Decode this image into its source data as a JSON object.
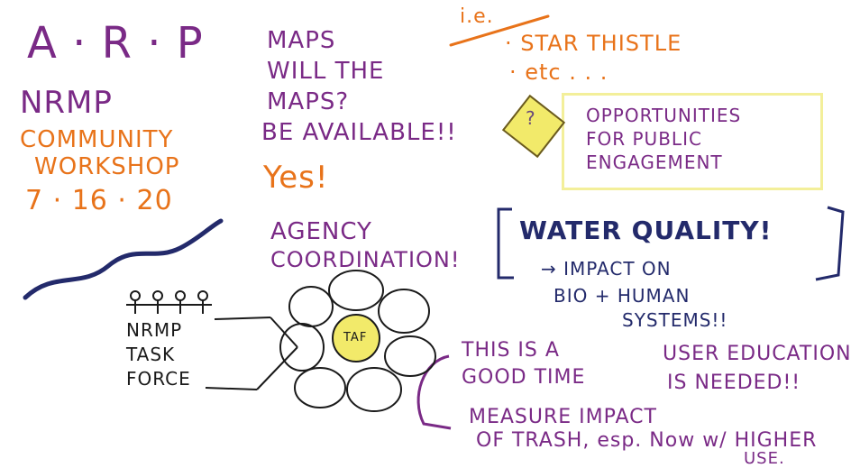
{
  "header": {
    "line1": "A · R · P",
    "line2": "NRMP",
    "line3": "COMMUNITY",
    "line4": "WORKSHOP",
    "date": "7 · 16 · 20"
  },
  "maps_note": {
    "line1": "MAPS",
    "line2": "WILL THE",
    "line3": "MAPS?",
    "line4": "BE AVAILABLE!!",
    "answer": "Yes!"
  },
  "ie_note": {
    "label": "i.e.",
    "item1": "· STAR THISTLE",
    "item2": "· etc . . ."
  },
  "opportunities": {
    "sticky_mark": "?",
    "line1": "OPPORTUNITIES",
    "line2": "FOR PUBLIC",
    "line3": "ENGAGEMENT"
  },
  "agency": {
    "line1": "AGENCY",
    "line2": "COORDINATION!"
  },
  "water": {
    "title": "WATER QUALITY!",
    "line1": "→ IMPACT ON",
    "line2": "BIO + HUMAN",
    "line3": "SYSTEMS!!"
  },
  "task_force": {
    "line1": "NRMP",
    "line2": "TASK",
    "line3": "FORCE",
    "flower_center": "TAF"
  },
  "education": {
    "line1": "THIS IS A",
    "line2": "GOOD TIME",
    "result1": "USER EDUCATION",
    "result2": "IS NEEDED!!",
    "measure1": "MEASURE IMPACT",
    "measure2": "OF TRASH, esp. Now w/ HIGHER",
    "measure3": "USE."
  },
  "colors": {
    "purple": "#7a2a86",
    "orange": "#e8731a",
    "navy": "#232a6b",
    "yellow": "#f2ea6a"
  }
}
